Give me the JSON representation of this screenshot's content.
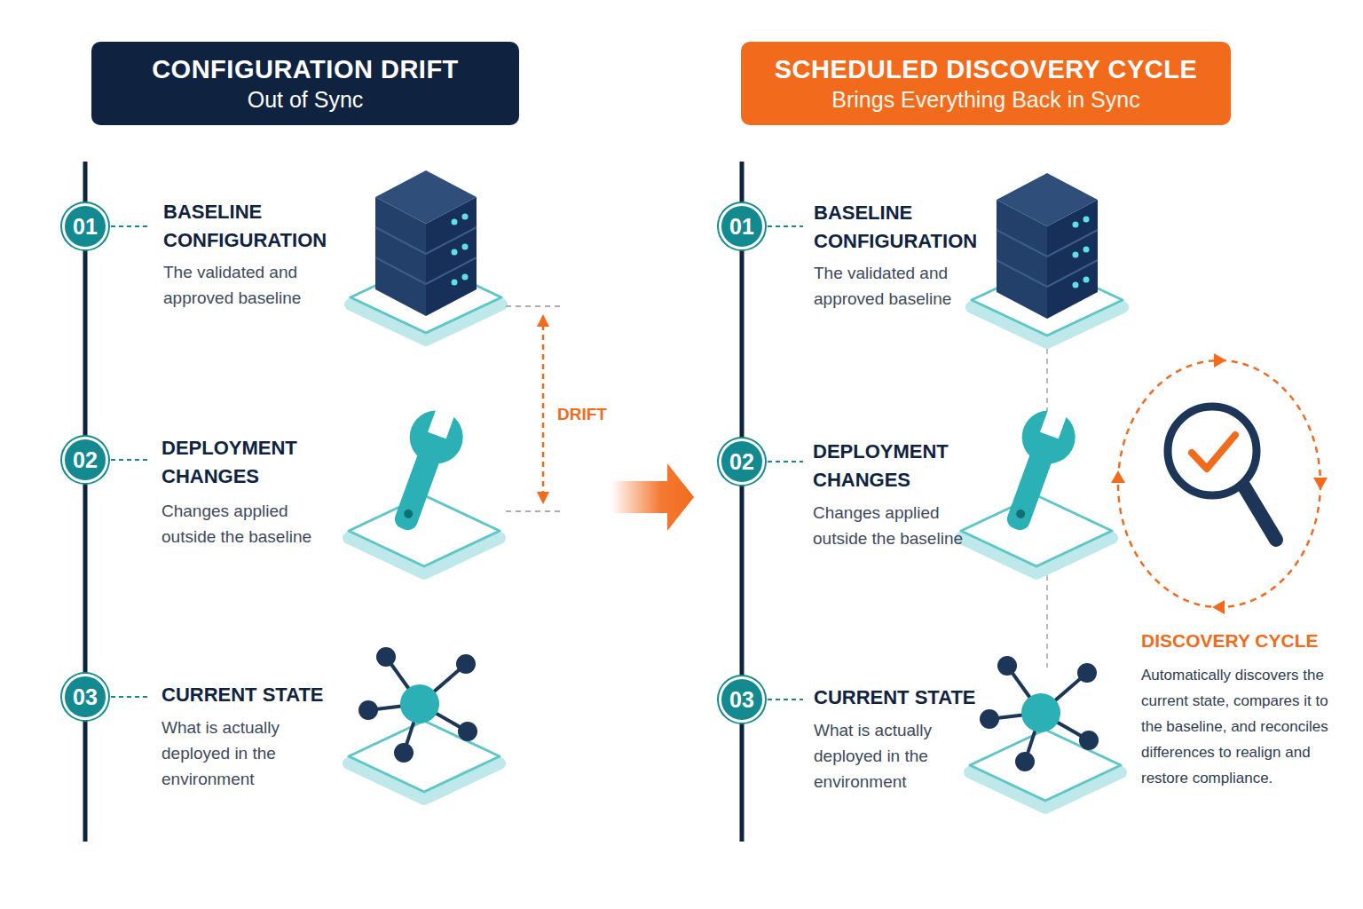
{
  "diagram": {
    "nodes": [
      {
        "text": [
          "CONFIGURATION DRIFT",
          "Out of Sync"
        ]
      },
      {
        "text": [
          "SCHEDULED DISCOVERY CYCLE",
          "Brings Everything Back in Sync"
        ]
      },
      {
        "text": [
          "01"
        ]
      },
      {
        "text": [
          "02"
        ]
      },
      {
        "text": [
          "03"
        ]
      },
      {
        "text": [
          "01"
        ]
      },
      {
        "text": [
          "02"
        ]
      },
      {
        "text": [
          "03"
        ]
      }
    ],
    "edges": [
      {
        "from": 2,
        "to": 3,
        "arrow": "none"
      },
      {
        "from": 3,
        "to": 4,
        "arrow": "none"
      },
      {
        "from": 5,
        "to": 6,
        "arrow": "none"
      },
      {
        "from": 6,
        "to": 7,
        "arrow": "none"
      }
    ],
    "labels": [
      "BASELINE CONFIGURATION",
      "The validated and approved baseline",
      "DEPLOYMENT CHANGES",
      "Changes applied outside the baseline",
      "DRIFT",
      "CURRENT STATE",
      "What is actually deployed in the environment",
      "BASELINE CONFIGURATION",
      "The validated and approved baseline",
      "DEPLOYMENT CHANGES",
      "Changes applied outside the baseline",
      "CURRENT STATE",
      "What is actually deployed in the environment",
      "DISCOVERY CYCLE",
      "Automatically discovers the current state, compares it to the baseline, and reconciles differences to realign and restore compliance."
    ]
  }
}
